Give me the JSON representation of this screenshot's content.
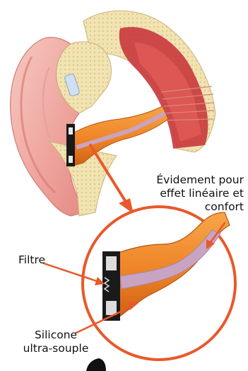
{
  "labels": {
    "evidement_line1": "Évidement pour",
    "evidement_line2": "effet linéaire et",
    "evidement_line3": "confort",
    "filtre": "Filtre",
    "silicone_line1": "Silicone",
    "silicone_line2": "ultra-souple"
  },
  "colors": {
    "pointer": "#e8592a",
    "circle_stroke": "#e8592a",
    "plug_orange": "#f08a2c",
    "channel_pink": "#c9a3c2",
    "filter_black": "#1a1a1a",
    "ear_skin": "#f2b3ad",
    "bone": "#efe2b0",
    "canal_red": "#c8373c"
  }
}
